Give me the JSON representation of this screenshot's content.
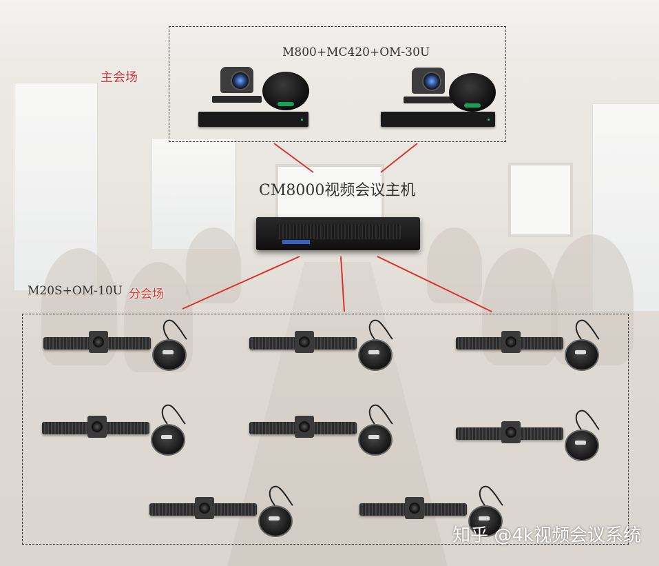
{
  "diagram": {
    "main_venue_label": "主会场",
    "main_venue_equipment": "M800+MC420+OM-30U",
    "host_label": "CM8000视频会议主机",
    "branch_equipment": "M20S+OM-10U",
    "branch_venue_label": "分会场",
    "watermark": "知乎 @4k视频会议系统"
  },
  "colors": {
    "link_line": "#d8312e",
    "venue_label": "#d8312e",
    "dashed_border": "#333333"
  },
  "icons": {
    "main_camera": "ptz-camera-icon",
    "main_mic": "speakerphone-icon",
    "main_codec": "codec-box-icon",
    "host": "mcu-server-icon",
    "branch_camera": "video-bar-icon",
    "branch_mic": "omni-mic-icon"
  }
}
